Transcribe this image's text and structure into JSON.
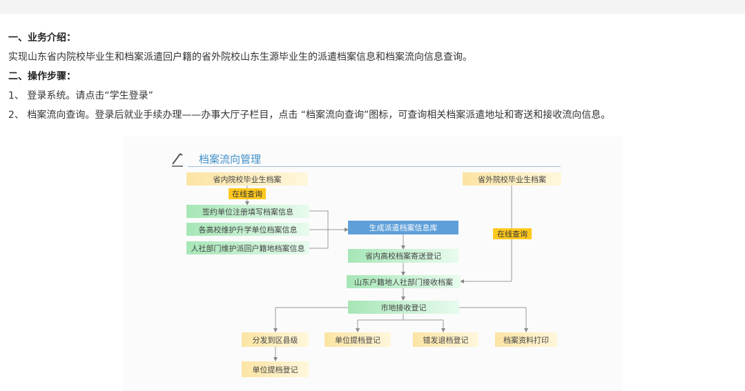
{
  "intro": {
    "heading1": "一、业务介绍：",
    "description": "实现山东省内院校毕业生和档案派遣回户籍的省外院校山东生源毕业生的派遣档案信息和档案流向信息查询。",
    "heading2": "二、操作步骤：",
    "step1": "1、 登录系统。请点击“学生登录”",
    "step2": "2、 档案流向查询。登录后就业手续办理——办事大厅子栏目，点击 “档案流向查询”图标，可查询相关档案派遣地址和寄送和接收流向信息。"
  },
  "diagram": {
    "title": "档案流向管理",
    "icon": "pencil-icon",
    "nodes": {
      "in_province_graduate": "省内院校毕业生档案",
      "online_query_left": "在线查询",
      "sign_unit": "签约单位注册填写档案信息",
      "school_maintain": "各高校维护升学单位档案信息",
      "hr_maintain": "人社部门维护派回户籍地档案信息",
      "out_province_graduate": "省外院校毕业生档案",
      "online_query_right": "在线查询",
      "generate_db": "生成派遣档案信息库",
      "send_register": "省内高校档案寄送登记",
      "hr_receive": "山东户籍地人社部门接收档案",
      "city_receive": "市地接收登记",
      "distribute_county": "分发到区县级",
      "unit_pick_1": "单位提档登记",
      "misdelivery": "错发退档登记",
      "print": "档案资料打印",
      "unit_pick_2": "单位提档登记"
    }
  }
}
